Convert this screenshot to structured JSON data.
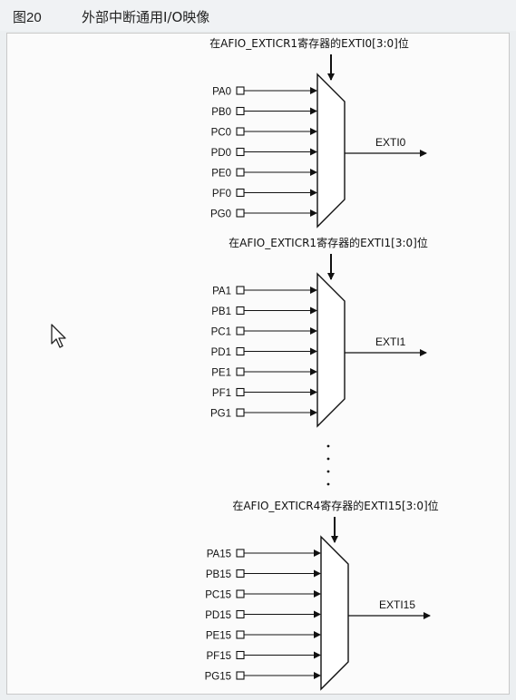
{
  "figure": {
    "number": "图20",
    "title": "外部中断通用I/O映像"
  },
  "groups": [
    {
      "selector_label": "在AFIO_EXTICR1寄存器的EXTI0[3:0]位",
      "inputs": [
        "PA0",
        "PB0",
        "PC0",
        "PD0",
        "PE0",
        "PF0",
        "PG0"
      ],
      "output": "EXTI0"
    },
    {
      "selector_label": "在AFIO_EXTICR1寄存器的EXTI1[3:0]位",
      "inputs": [
        "PA1",
        "PB1",
        "PC1",
        "PD1",
        "PE1",
        "PF1",
        "PG1"
      ],
      "output": "EXTI1"
    },
    {
      "selector_label": "在AFIO_EXTICR4寄存器的EXTI15[3:0]位",
      "inputs": [
        "PA15",
        "PB15",
        "PC15",
        "PD15",
        "PE15",
        "PF15",
        "PG15"
      ],
      "output": "EXTI15"
    }
  ],
  "icons": {
    "cursor": "mouse-pointer-icon"
  },
  "colors": {
    "line": "#111111",
    "panel": "#fbfbfb",
    "background": "#eceff1"
  }
}
